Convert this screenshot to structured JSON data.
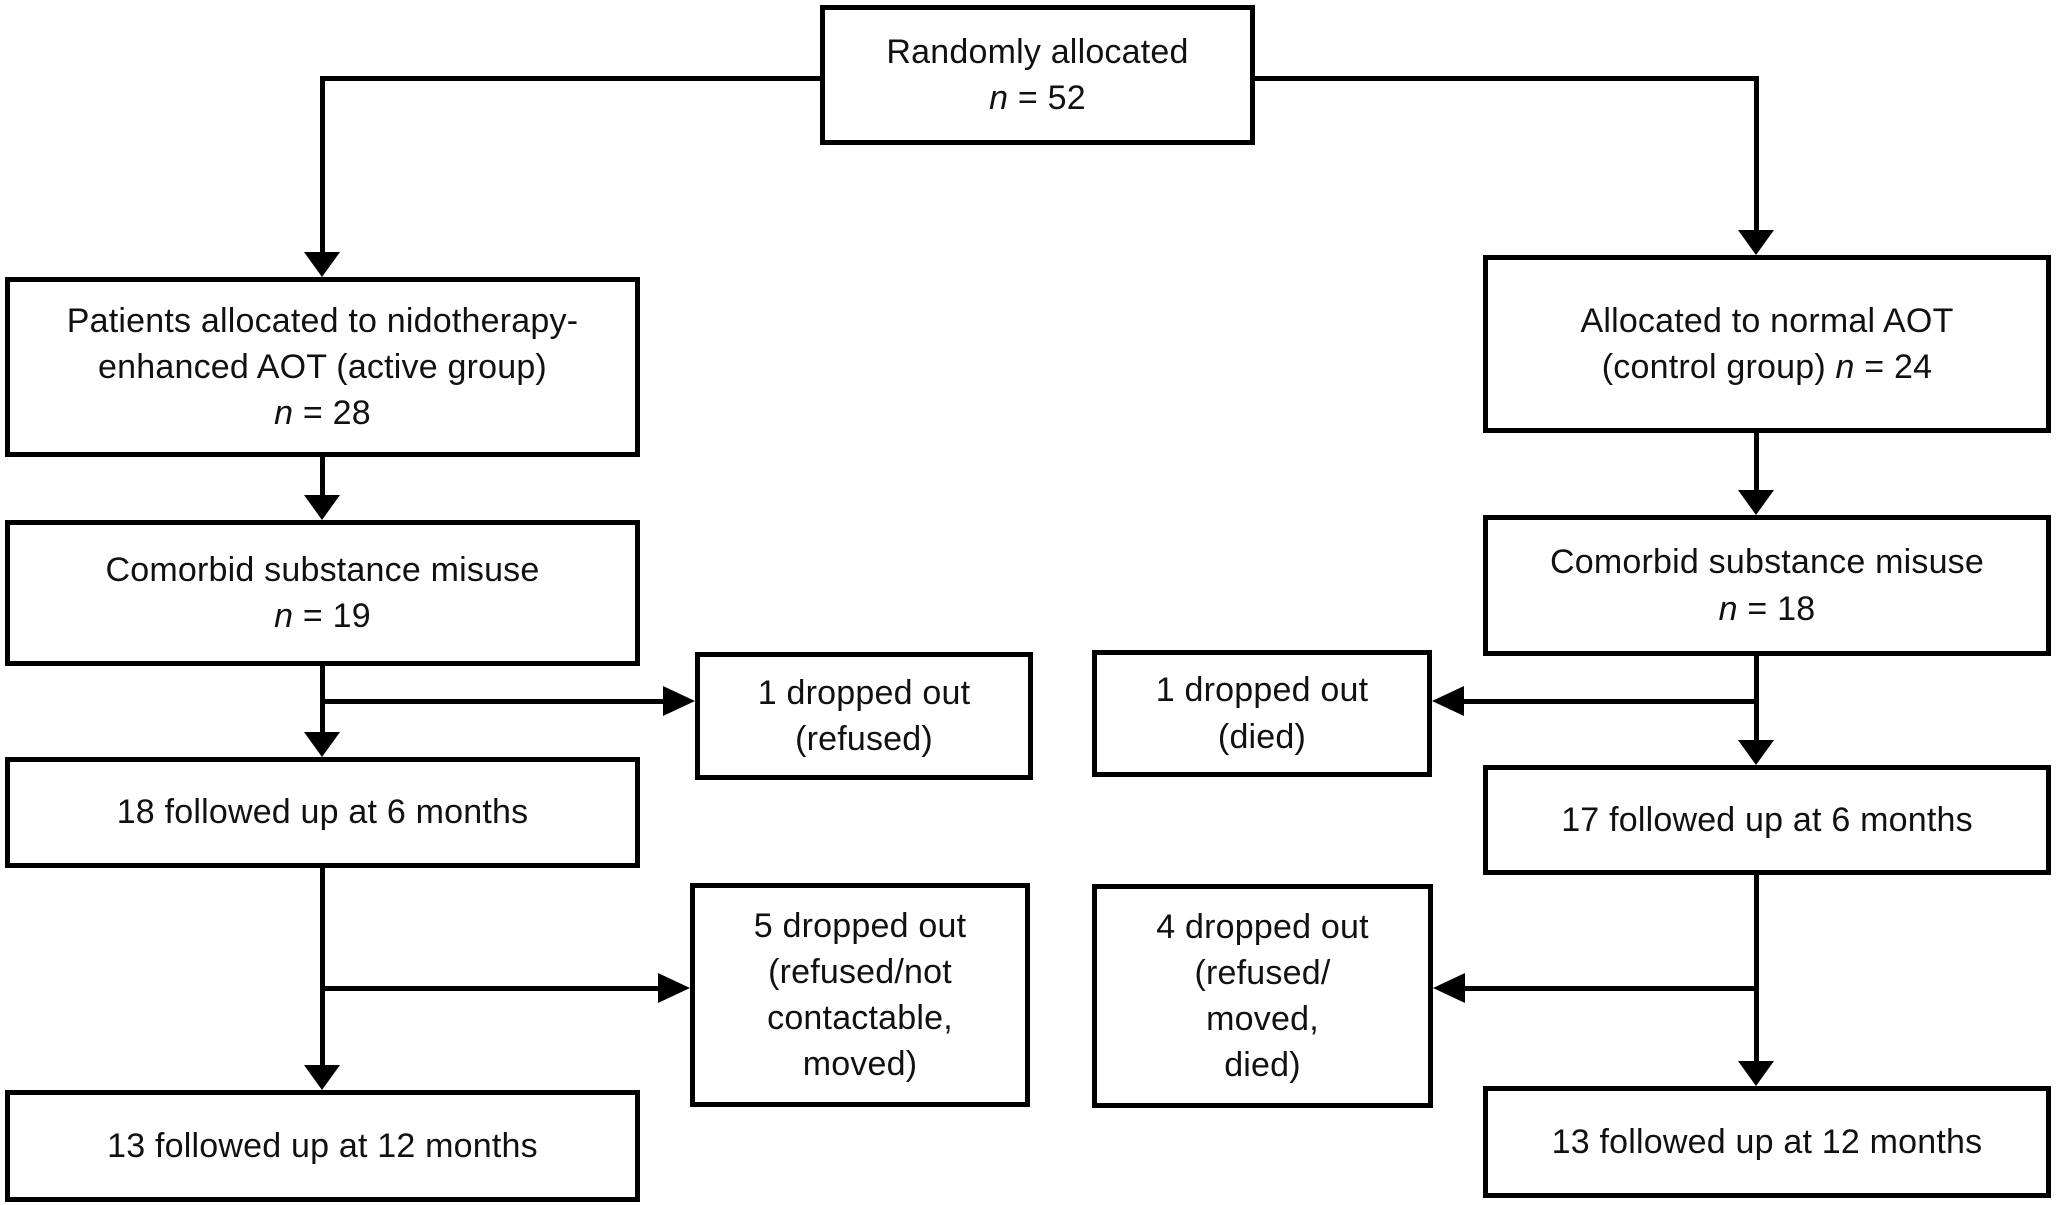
{
  "colors": {
    "background": "#ffffff",
    "box_border": "#000000",
    "connector_line": "#000000",
    "text": "#111111"
  },
  "boxes": {
    "randomized": {
      "line1": "Randomly allocated",
      "n_italic": "n",
      "n_rest": " = 52"
    },
    "active_alloc": {
      "line1": "Patients allocated to nidotherapy-",
      "line2": "enhanced AOT (active group)",
      "n_italic": "n",
      "n_rest": " = 28"
    },
    "control_alloc": {
      "line1": "Allocated to normal AOT",
      "line2_prefix": "(control group) ",
      "n_italic": "n",
      "n_rest": " = 24"
    },
    "comorbid_active": {
      "line1": "Comorbid substance misuse",
      "n_italic": "n",
      "n_rest": " = 19"
    },
    "comorbid_control": {
      "line1": "Comorbid substance misuse",
      "n_italic": "n",
      "n_rest": " = 18"
    },
    "dropout1_active": {
      "line1": "1 dropped out",
      "line2": "(refused)"
    },
    "dropout1_control": {
      "line1": "1 dropped out",
      "line2": "(died)"
    },
    "fu6_active": {
      "line1": "18 followed up at 6 months"
    },
    "fu6_control": {
      "line1": "17 followed up at 6 months"
    },
    "dropout2_active": {
      "line1": "5 dropped out",
      "line2": "(refused/not",
      "line3": "contactable,",
      "line4": "moved)"
    },
    "dropout2_control": {
      "line1": "4 dropped out",
      "line2": "(refused/",
      "line3": "moved,",
      "line4": "died)"
    },
    "fu12_active": {
      "line1": "13 followed up at 12 months"
    },
    "fu12_control": {
      "line1": "13 followed up at 12 months"
    }
  }
}
